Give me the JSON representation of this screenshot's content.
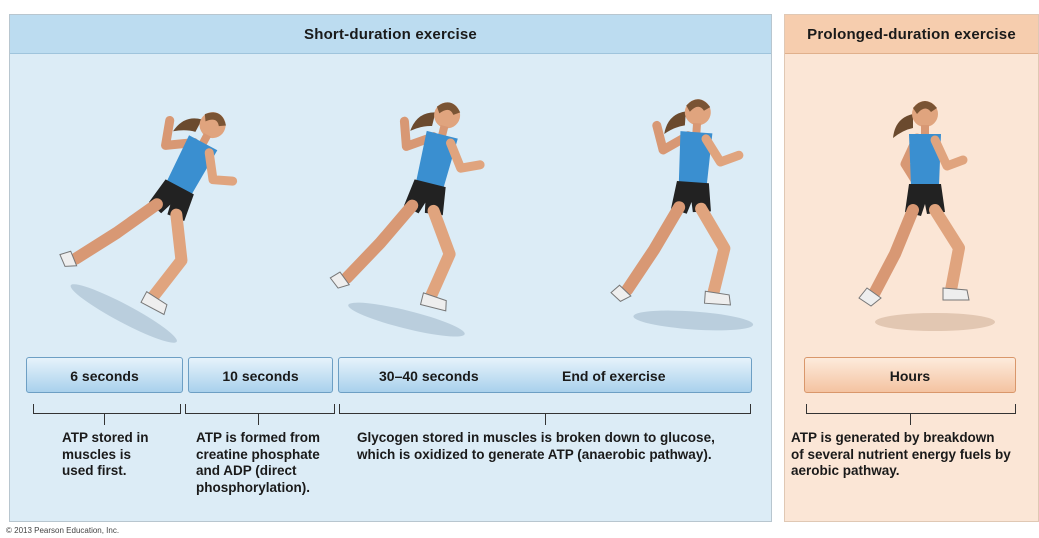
{
  "short_panel": {
    "title": "Short-duration exercise"
  },
  "long_panel": {
    "title": "Prolonged-duration exercise"
  },
  "time_labels": {
    "six_seconds": "6 seconds",
    "ten_seconds": "10 seconds",
    "thirty_forty_seconds": "30–40 seconds",
    "end_of_exercise": "End of exercise",
    "hours": "Hours"
  },
  "descriptions": {
    "atp_stored": [
      "ATP stored in",
      "muscles is",
      "used first."
    ],
    "creatine": [
      "ATP is formed from",
      "creatine phosphate",
      "and ADP (direct",
      "phosphorylation)."
    ],
    "glycogen": [
      "Glycogen stored in muscles is broken down to glucose,",
      "which is oxidized to generate ATP (anaerobic pathway)."
    ],
    "aerobic": [
      "ATP is generated by breakdown",
      "of several nutrient energy fuels by",
      "aerobic pathway."
    ]
  },
  "copyright": "© 2013 Pearson Education, Inc.",
  "colors": {
    "short_panel_bg": "#dcecf6",
    "long_panel_bg": "#fbe6d6",
    "skin": "#e0a47e",
    "tank_top": "#3a8fd0",
    "shorts": "#222222"
  }
}
